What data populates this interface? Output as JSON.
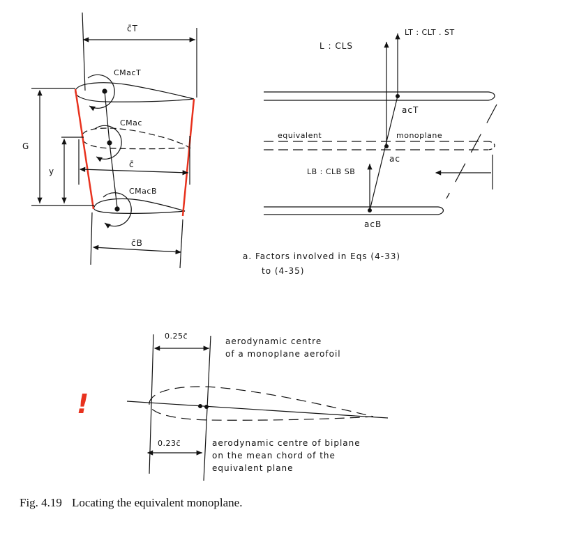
{
  "figure": {
    "number": "Fig. 4.19",
    "caption": "Locating the equivalent monoplane.",
    "warning_mark": "!",
    "accent_color": "#e8321e"
  },
  "left_diagram": {
    "top_chord": "c̄T",
    "top_moment": "CMacT",
    "mid_moment": "CMac",
    "mid_chord": "c̄",
    "bottom_moment": "CMacB",
    "bottom_chord": "c̄B",
    "gap": "G",
    "height": "y"
  },
  "right_diagram": {
    "lift_total": "L : CLS",
    "lift_top": "LT : CLT . ST",
    "ac_top": "acT",
    "equivalent": "equivalent",
    "monoplane": "monoplane",
    "ac_mid": "ac",
    "lift_bottom": "LB : CLB SB",
    "ac_bottom": "acB",
    "subcaption_line1": "a. Factors involved in Eqs (4-33)",
    "subcaption_line2": "to (4-35)"
  },
  "bottom_diagram": {
    "dim_top": "0.25c̄",
    "dim_bottom": "0.23c̄",
    "note_top_line1": "aerodynamic centre",
    "note_top_line2": "of a monoplane aerofoil",
    "note_bottom_line1": "aerodynamic centre of biplane",
    "note_bottom_line2": "on the mean chord of the",
    "note_bottom_line3": "equivalent plane"
  }
}
